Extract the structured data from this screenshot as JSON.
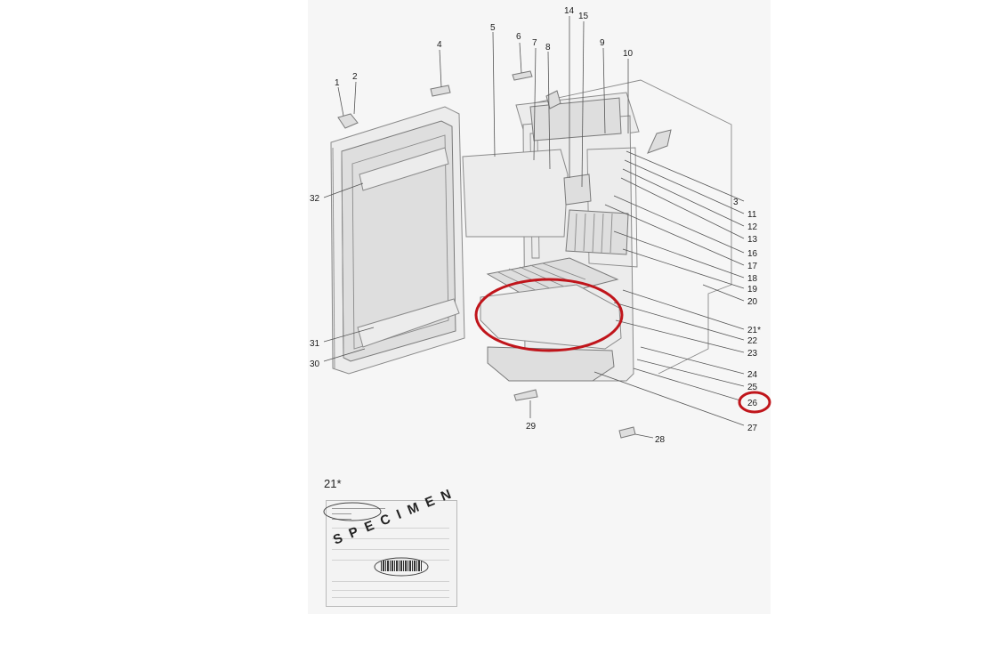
{
  "diagram": {
    "callouts": {
      "c1": "1",
      "c2": "2",
      "c3": "3",
      "c4": "4",
      "c5": "5",
      "c6": "6",
      "c7": "7",
      "c8": "8",
      "c9": "9",
      "c10": "10",
      "c11": "11",
      "c12": "12",
      "c13": "13",
      "c14": "14",
      "c15": "15",
      "c16": "16",
      "c17": "17",
      "c18": "18",
      "c19": "19",
      "c20": "20",
      "c21": "21*",
      "c22": "22",
      "c23": "23",
      "c24": "24",
      "c25": "25",
      "c26": "26",
      "c27": "27",
      "c28": "28",
      "c29": "29",
      "c30": "30",
      "c31": "31",
      "c32": "32"
    },
    "highlighted": [
      "22",
      "26"
    ],
    "highlight_color": "#c0151b"
  },
  "specimen": {
    "label_ref": "21*",
    "watermark": "SPECIMEN"
  }
}
